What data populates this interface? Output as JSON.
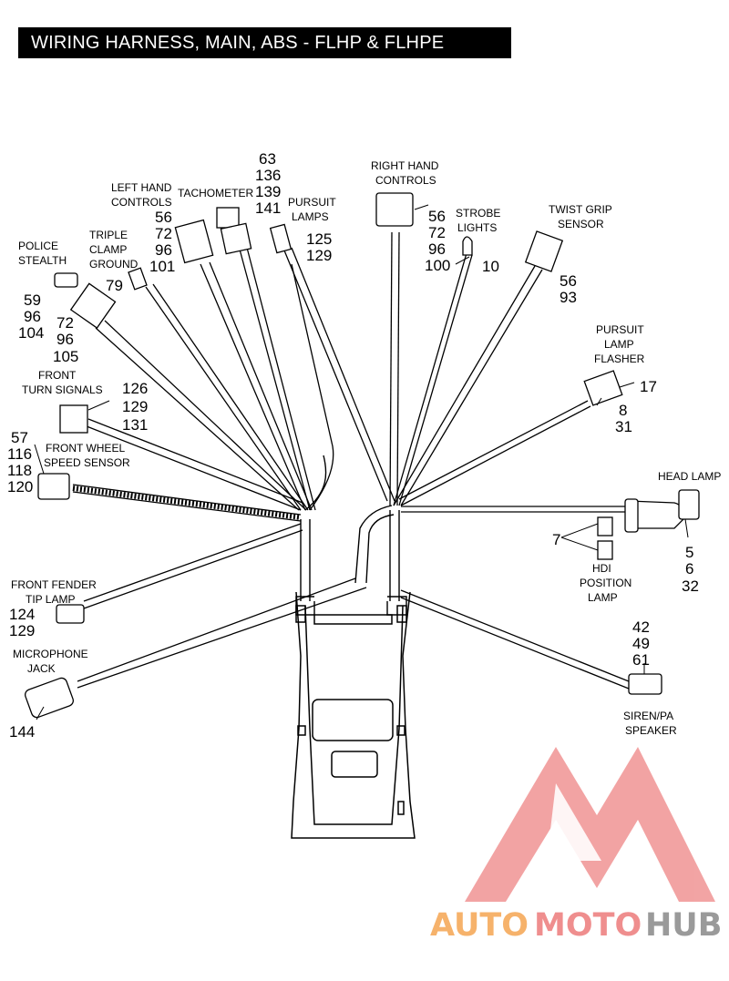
{
  "title": "WIRING HARNESS, MAIN, ABS - FLHP & FLHPE",
  "labels": [
    {
      "id": "police-stealth",
      "lines": [
        "POLICE",
        "STEALTH"
      ],
      "nums": [
        "59",
        "96",
        "104"
      ],
      "nums2": [
        "72",
        "96",
        "105"
      ]
    },
    {
      "id": "triple-clamp-ground",
      "lines": [
        "TRIPLE",
        "CLAMP",
        "GROUND"
      ],
      "nums": [
        "79"
      ]
    },
    {
      "id": "left-hand-controls",
      "lines": [
        "LEFT HAND",
        "CONTROLS"
      ],
      "nums": [
        "56",
        "72",
        "96",
        "101"
      ]
    },
    {
      "id": "tachometer",
      "lines": [
        "TACHOMETER"
      ],
      "nums": [
        "63",
        "136",
        "139",
        "141"
      ]
    },
    {
      "id": "pursuit-lamps",
      "lines": [
        "PURSUIT",
        "LAMPS"
      ],
      "nums": [
        "125",
        "129"
      ]
    },
    {
      "id": "right-hand-controls",
      "lines": [
        "RIGHT HAND",
        "CONTROLS"
      ],
      "nums": [
        "56",
        "72",
        "96",
        "100"
      ]
    },
    {
      "id": "strobe-lights",
      "lines": [
        "STROBE",
        "LIGHTS"
      ],
      "nums": [
        "10"
      ]
    },
    {
      "id": "twist-grip-sensor",
      "lines": [
        "TWIST GRIP",
        "SENSOR"
      ],
      "nums": [
        "56",
        "93"
      ]
    },
    {
      "id": "pursuit-lamp-flasher",
      "lines": [
        "PURSUIT",
        "LAMP",
        "FLASHER"
      ],
      "nums": [
        "17"
      ],
      "nums2": [
        "8",
        "31"
      ]
    },
    {
      "id": "front-turn-signals",
      "lines": [
        "FRONT",
        "TURN SIGNALS"
      ],
      "nums": [
        "126",
        "129",
        "131"
      ]
    },
    {
      "id": "front-wheel-speed-sensor",
      "lines": [
        "FRONT WHEEL",
        "SPEED SENSOR"
      ],
      "nums": [
        "57",
        "116",
        "118",
        "120"
      ]
    },
    {
      "id": "head-lamp",
      "lines": [
        "HEAD LAMP"
      ],
      "nums": [
        "5",
        "6",
        "32"
      ]
    },
    {
      "id": "hdi-position-lamp",
      "lines": [
        "HDI",
        "POSITION",
        "LAMP"
      ],
      "nums": [
        "7"
      ]
    },
    {
      "id": "front-fender-tip-lamp",
      "lines": [
        "FRONT FENDER",
        "TIP LAMP"
      ],
      "nums": [
        "124",
        "129"
      ]
    },
    {
      "id": "microphone-jack",
      "lines": [
        "MICROPHONE",
        "JACK"
      ],
      "nums": [
        "144"
      ]
    },
    {
      "id": "siren-pa-speaker",
      "lines": [
        "SIREN/PA",
        "SPEAKER"
      ],
      "nums": [
        "42",
        "49",
        "61"
      ]
    }
  ],
  "watermark": {
    "part1": "AUTO",
    "part2": "MOTO",
    "part3": "HUB"
  },
  "colors": {
    "wm_orange": "#f6b26b",
    "wm_pink": "#ef8e8e",
    "wm_gray": "#9a9a9a",
    "wm_red": "#f19a9a"
  }
}
